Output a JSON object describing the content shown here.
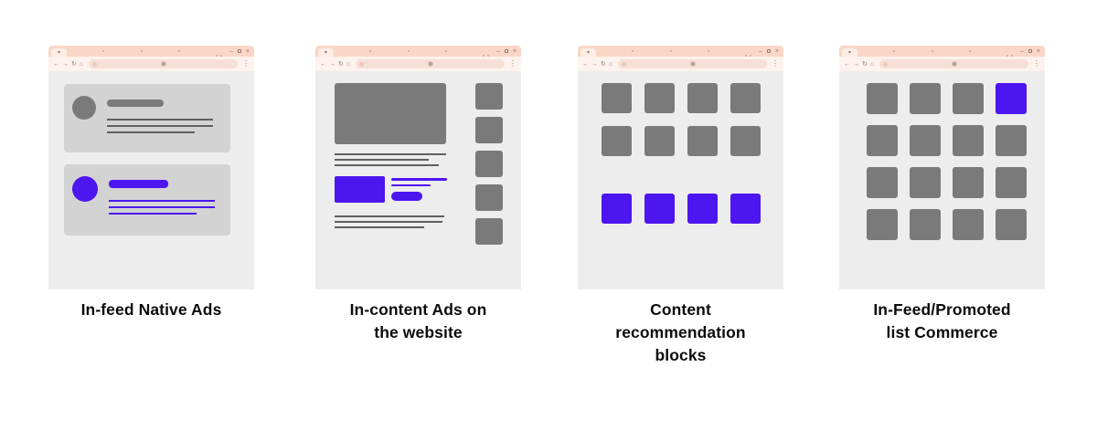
{
  "colors": {
    "accent": "#4d15ef",
    "tile_gray": "#7a7a7a",
    "card_gray": "#d3d3d3",
    "content_bg": "#ededed",
    "chrome_strip": "#f9d6c5",
    "chrome_tab": "#fdede4",
    "chrome_toolbar": "#fdf2ed",
    "chrome_pill": "#f6dfd6",
    "caption_ink": "#0c0c0c"
  },
  "chrome": {
    "tab_caret": "▾",
    "nav_back": "←",
    "nav_forward": "→",
    "nav_reload": "↻",
    "nav_home": "⌂",
    "control_minimize": "–",
    "control_close": "×",
    "menu": "⋮"
  },
  "figures": [
    {
      "caption": "In-feed Native Ads",
      "feed_items": [
        {
          "type": "organic"
        },
        {
          "type": "sponsored"
        }
      ]
    },
    {
      "caption": "In-content Ads on the website",
      "sidebar_tiles": {
        "count": 5
      }
    },
    {
      "caption": "Content recommendation blocks",
      "top_tiles": {
        "count": 8
      },
      "promoted_tiles": {
        "count": 4,
        "promoted_indexes": [
          0,
          1,
          2,
          3
        ]
      }
    },
    {
      "caption": "In-Feed/Promoted list Commerce",
      "tiles": {
        "count": 16,
        "promoted_indexes": [
          3
        ]
      }
    }
  ]
}
